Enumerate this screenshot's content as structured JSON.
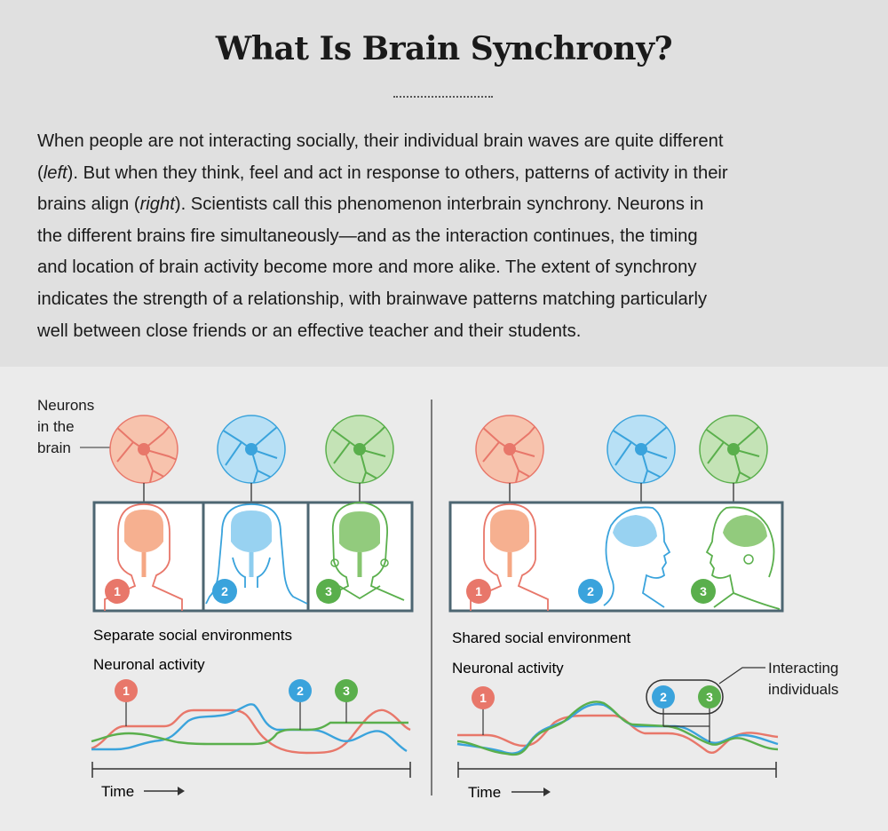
{
  "header": {
    "title": "What Is Brain Synchrony?",
    "intro_lines": [
      [
        "When people are not interacting socially, their individual brain waves are quite different"
      ],
      [
        "(",
        {
          "i": "left"
        },
        "). But when they think, feel and act in response to others, patterns of activity in their"
      ],
      [
        "brains align (",
        {
          "i": "right"
        },
        "). Scientists call this phenomenon interbrain synchrony. Neurons in"
      ],
      [
        "the different brains fire simultaneously—and as the interaction continues, the timing"
      ],
      [
        "and location of brain activity become more and more alike. The extent of synchrony"
      ],
      [
        "indicates the strength of a relationship, with brainwave patterns matching particularly"
      ],
      [
        "well between close friends or an effective teacher and their students."
      ]
    ]
  },
  "labels": {
    "neurons_callout": [
      "Neurons",
      "in the",
      "brain"
    ],
    "left_caption": "Separate social environments",
    "right_caption": "Shared social environment",
    "activity_label": "Neuronal activity",
    "time_label": "Time",
    "interacting_callout": [
      "Interacting",
      "individuals"
    ]
  },
  "people": [
    {
      "number": "1",
      "color": "#e8776a",
      "fill": "#f5a784"
    },
    {
      "number": "2",
      "color": "#3aa3dc",
      "fill": "#8dcdef"
    },
    {
      "number": "3",
      "color": "#5aaf4c",
      "fill": "#86c56f"
    }
  ]
}
